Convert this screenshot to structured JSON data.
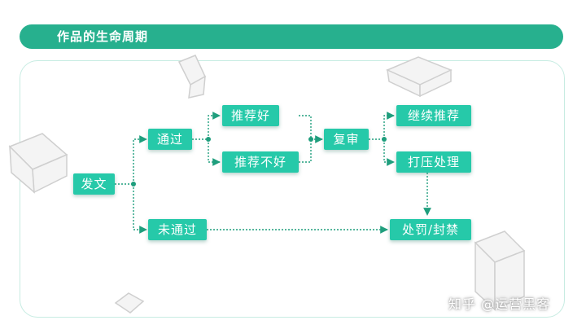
{
  "header": {
    "title": "作品的生命周期"
  },
  "nodes": {
    "publish": "发文",
    "pass": "通过",
    "fail": "未通过",
    "good": "推荐好",
    "bad": "推荐不好",
    "review": "复审",
    "continue": "继续推荐",
    "suppress": "打压处理",
    "punish": "处罚/封禁"
  },
  "watermark": {
    "text": "知乎 @运营黑客"
  },
  "colors": {
    "accent": "#27b08e",
    "node": "#26c9a9",
    "connector": "#1f9e7d",
    "frame": "#c7ece2"
  }
}
